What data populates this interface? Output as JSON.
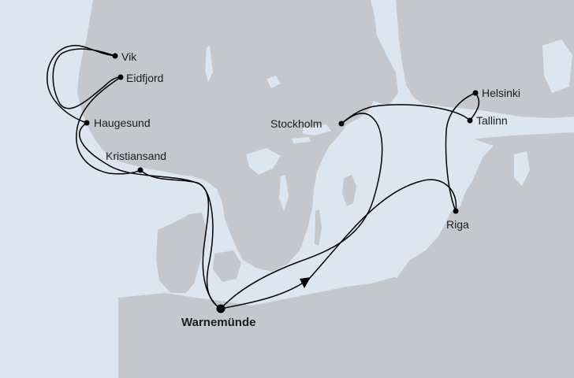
{
  "map": {
    "colors": {
      "sea": "#dbe6f0",
      "land": "#c4c8cc",
      "lake": "#dbe6f0",
      "route": "#000000",
      "port": "#000000"
    },
    "ports": {
      "vik": "Vik",
      "eidfjord": "Eidfjord",
      "haugesund": "Haugesund",
      "kristiansand": "Kristiansand",
      "warnemunde": "Warnemünde",
      "stockholm": "Stockholm",
      "helsinki": "Helsinki",
      "tallinn": "Tallinn",
      "riga": "Riga"
    },
    "home_port": "Warnemünde",
    "route_direction_icon": "arrow-head-icon"
  }
}
